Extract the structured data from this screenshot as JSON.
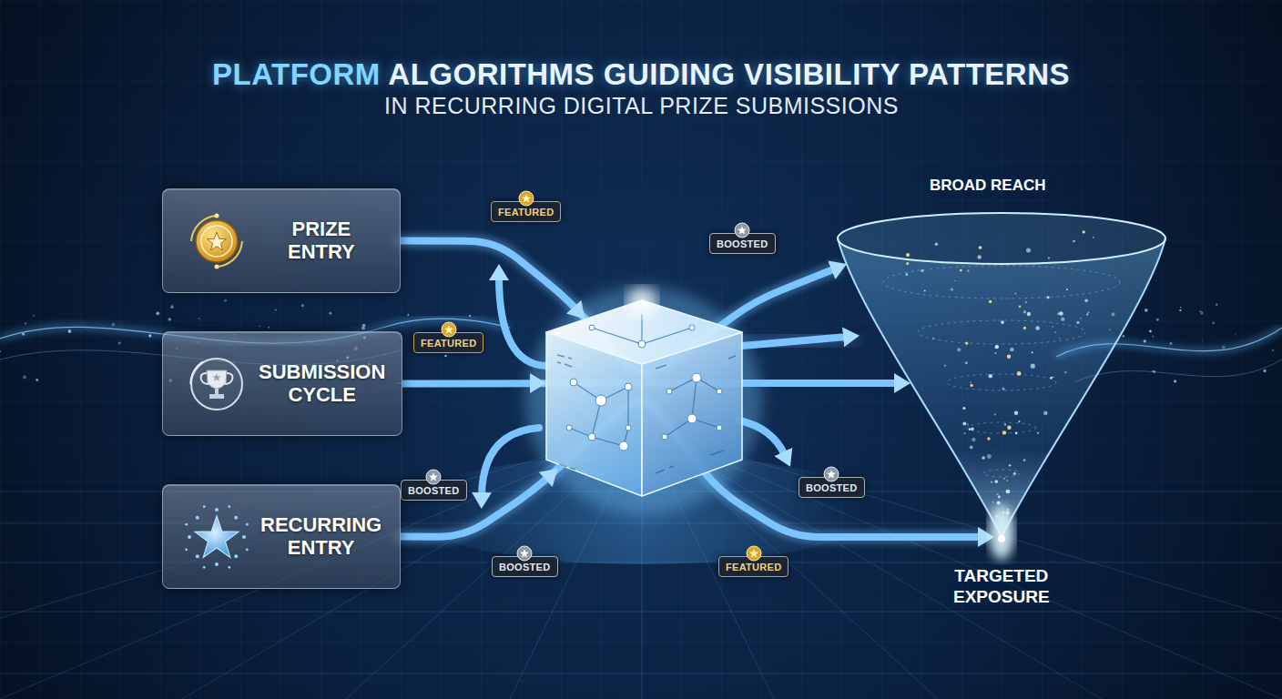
{
  "diagram": {
    "title": "PLATFORM ALGORITHMS GUIDING VISIBILITY PATTERNS",
    "nodes": [
      {
        "text": [
          "PRIZE ENTRY"
        ]
      },
      {
        "text": [
          "SUBMISSION CYCLE"
        ]
      },
      {
        "text": [
          "RECURRING ENTRY"
        ]
      },
      {
        "text": [
          "BROAD REACH",
          "TARGETED EXPOSURE"
        ]
      }
    ],
    "edges": [
      {
        "from": 0,
        "to": 3,
        "arrow": "to"
      },
      {
        "from": 1,
        "to": 3,
        "arrow": "to"
      },
      {
        "from": 2,
        "to": 3,
        "arrow": "to"
      }
    ],
    "labels": [
      "IN RECURRING DIGITAL PRIZE SUBMISSIONS",
      "FEATURED",
      "BOOSTED",
      "FEATURED",
      "BOOSTED",
      "BOOSTED",
      "BOOSTED",
      "FEATURED"
    ]
  }
}
